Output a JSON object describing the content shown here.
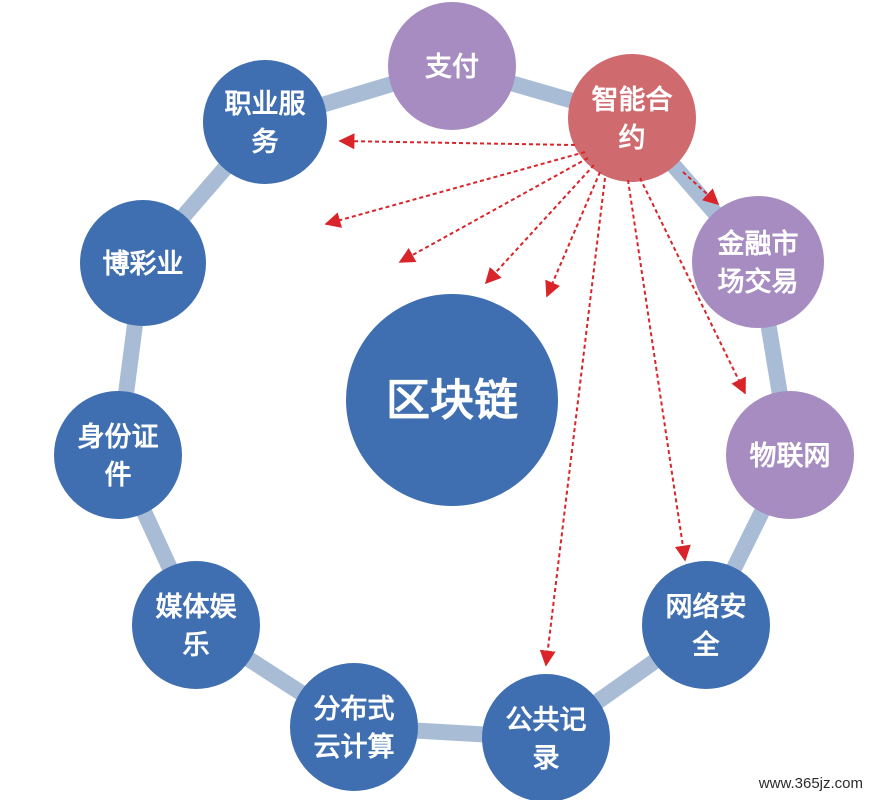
{
  "center": {
    "label": "区块链"
  },
  "nodes": [
    {
      "id": "zhiye",
      "lines": [
        "职业服",
        "务"
      ],
      "kind": "blue"
    },
    {
      "id": "zhifu",
      "lines": [
        "支付"
      ],
      "kind": "purple"
    },
    {
      "id": "zhineng",
      "lines": [
        "智能合",
        "约"
      ],
      "kind": "red"
    },
    {
      "id": "jinrong",
      "lines": [
        "金融市",
        "场交易"
      ],
      "kind": "purple"
    },
    {
      "id": "wulian",
      "lines": [
        "物联网"
      ],
      "kind": "purple"
    },
    {
      "id": "wangluo",
      "lines": [
        "网络安",
        "全"
      ],
      "kind": "blue"
    },
    {
      "id": "gonggong",
      "lines": [
        "公共记",
        "录"
      ],
      "kind": "blue"
    },
    {
      "id": "fenbu",
      "lines": [
        "分布式",
        "云计算"
      ],
      "kind": "blue"
    },
    {
      "id": "meiti",
      "lines": [
        "媒体娱",
        "乐"
      ],
      "kind": "blue"
    },
    {
      "id": "shenfen",
      "lines": [
        "身份证",
        "件"
      ],
      "kind": "blue"
    },
    {
      "id": "bocai",
      "lines": [
        "博彩业"
      ],
      "kind": "blue"
    }
  ],
  "colors": {
    "blue": "#3f6fb0",
    "purple": "#a68cc0",
    "red": "#cf6b6f",
    "center": "#3f6fb0",
    "connector": "#a9bcd6",
    "arrow": "#d9252a"
  },
  "watermark": "www.365jz.com"
}
